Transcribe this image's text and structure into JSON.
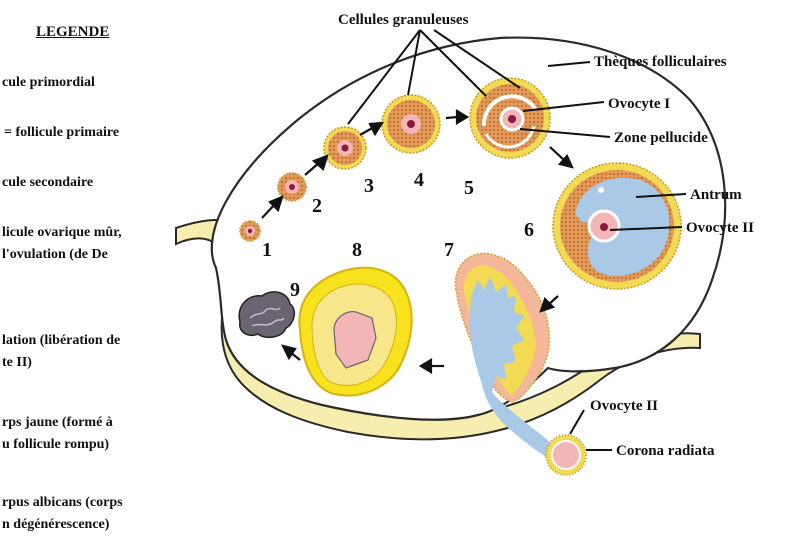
{
  "legend": {
    "title": "LEGENDE",
    "items": [
      "cule primordial",
      "= follicule primaire",
      "cule secondaire",
      "licule ovarique mûr,",
      "l'ovulation (de De",
      "lation (libération de",
      "te II)",
      "rps jaune (formé à",
      "u follicule rompu)",
      "rpus albicans (corps",
      "n dégénérescence)"
    ]
  },
  "labels": {
    "granulosa": "Cellules granuleuses",
    "theca": "Thèques folliculaires",
    "oocyte1": "Ovocyte I",
    "zona": "Zone pellucide",
    "antrum": "Antrum",
    "oocyte2_follicle": "Ovocyte II",
    "oocyte2_ovulated": "Ovocyte II",
    "corona": "Corona radiata"
  },
  "stage_numbers": [
    "1",
    "2",
    "3",
    "4",
    "5",
    "6",
    "7",
    "8",
    "9"
  ],
  "colors": {
    "granulosa": "#e7a15c",
    "theca_yellow": "#f3da55",
    "antrum_blue": "#a9c9e7",
    "oocyte_pink": "#f3b6b6",
    "nucleus": "#8b1840",
    "corpus_yellow": "#f7e21d",
    "albicans": "#6b6470",
    "ovary_fill": "#ffffff",
    "stroma": "#f7edae"
  }
}
